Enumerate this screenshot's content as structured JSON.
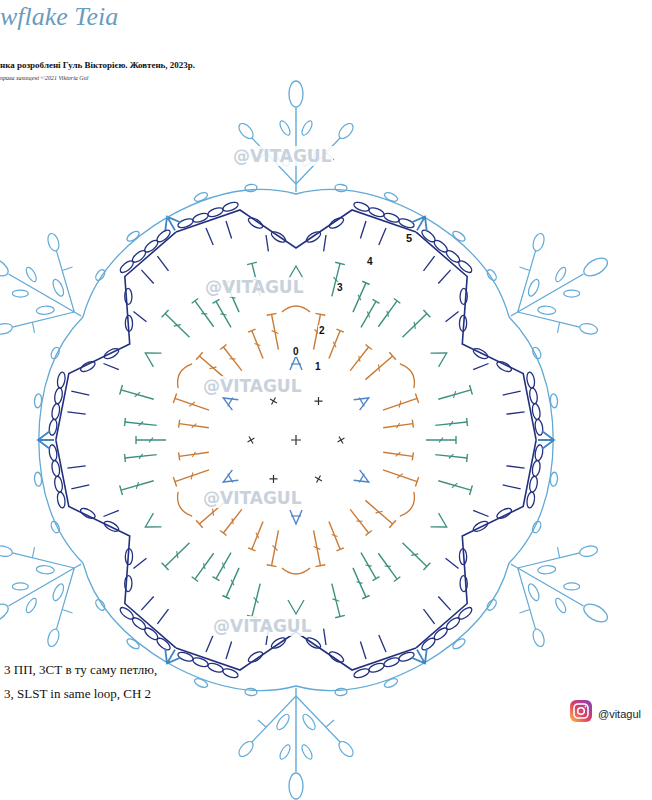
{
  "diagram": {
    "title": "wflake Teia",
    "labels": [
      "нка розроблені Гуль Вікторією. Жовтень, 2023р.",
      "права захищені ©2021 Viktoria Gul",
      "@VITAGUL",
      "5",
      "4",
      "3",
      "@VITAGUL",
      "2",
      "0",
      "1",
      "@VITAGUL",
      "@VITAGUL",
      "@VITAGUL",
      "3 ПП, 3СТ в ту саму петлю,",
      "3, SLST in same loop, CH 2",
      "@vitagul"
    ]
  }
}
